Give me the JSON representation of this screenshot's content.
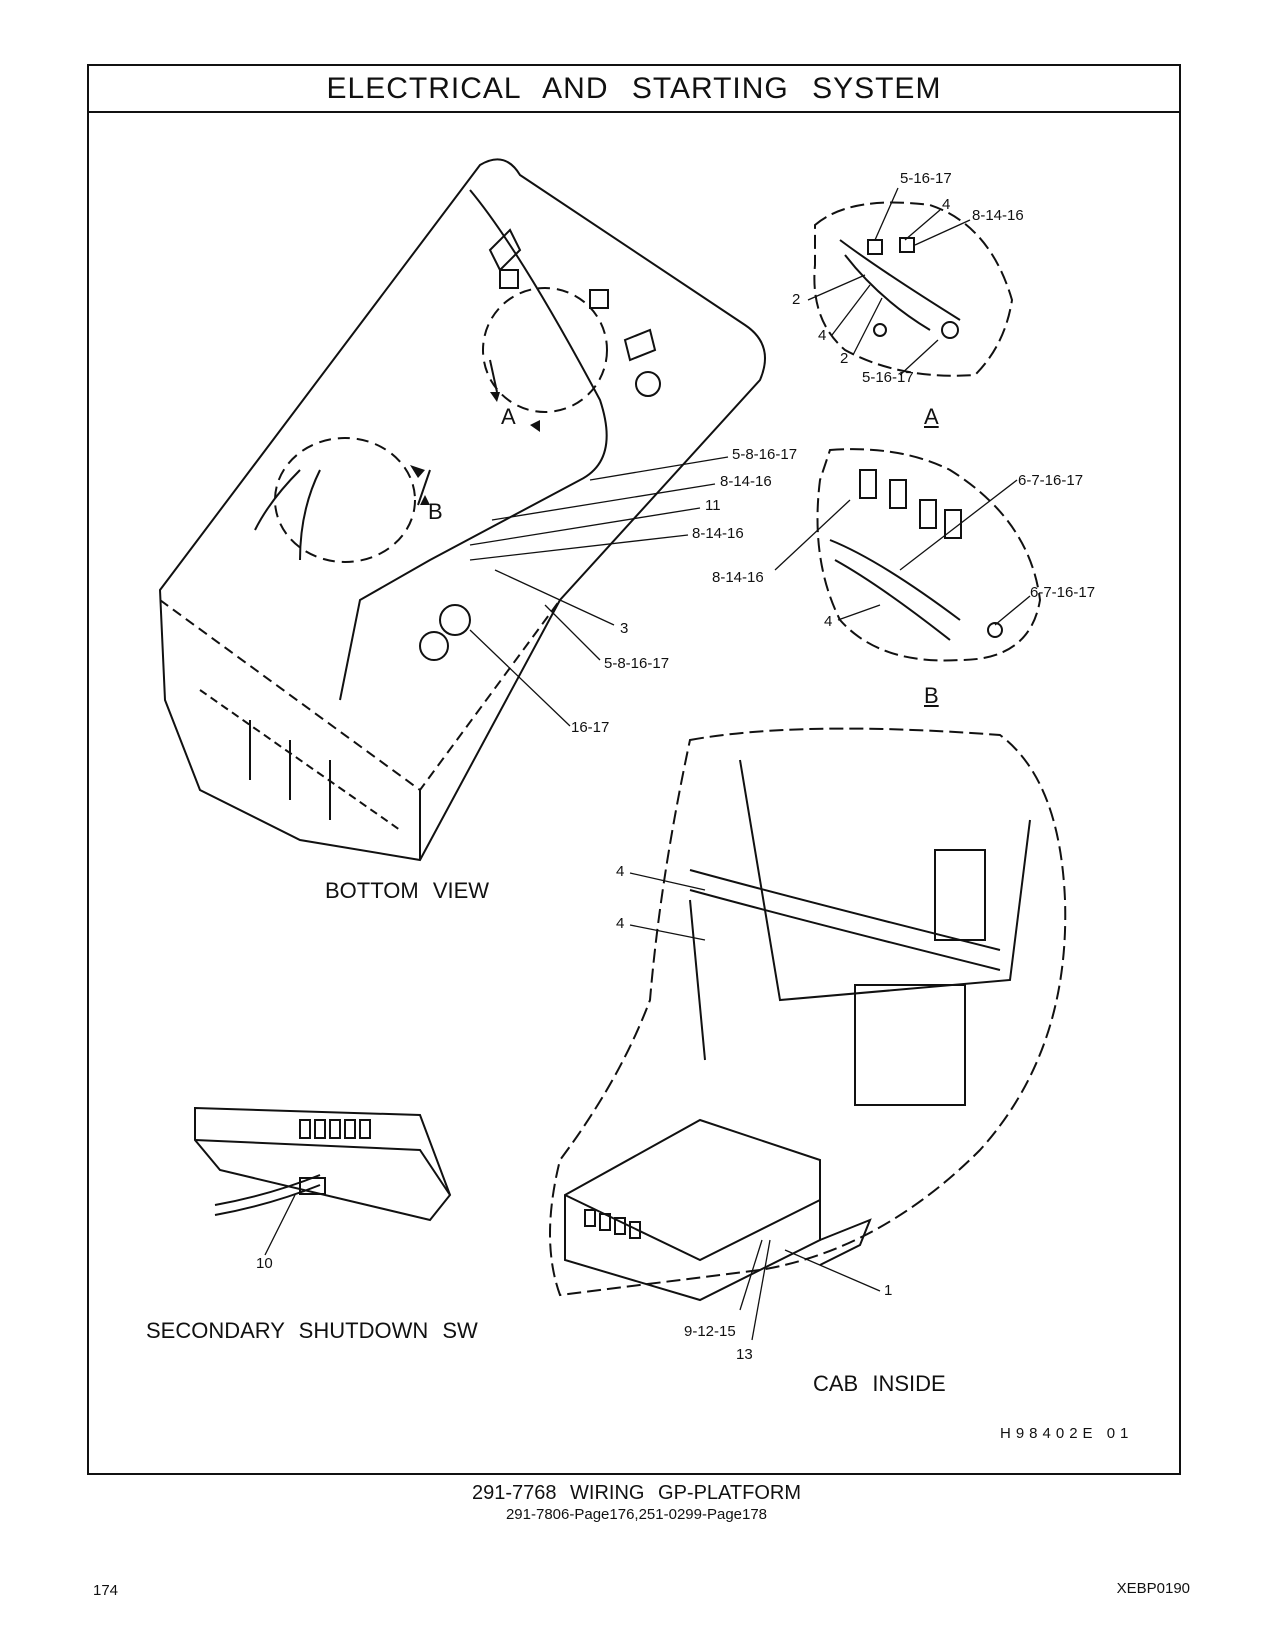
{
  "title": "ELECTRICAL AND STARTING SYSTEM",
  "views": {
    "bottom": "BOTTOM VIEW",
    "secondary": "SECONDARY SHUTDOWN SW",
    "cab": "CAB INSIDE",
    "detail_a": "A",
    "detail_b": "B",
    "marker_a": "A",
    "marker_b": "B"
  },
  "callouts": {
    "bottom": [
      "5-8-16-17",
      "8-14-16",
      "11",
      "8-14-16",
      "3",
      "5-8-16-17",
      "16-17"
    ],
    "detail_a": [
      "5-16-17",
      "4",
      "8-14-16",
      "2",
      "4",
      "2",
      "5-16-17"
    ],
    "detail_b": [
      "6-7-16-17",
      "8-14-16",
      "6-7-16-17",
      "4"
    ],
    "cab": [
      "4",
      "4",
      "1",
      "9-12-15",
      "13"
    ],
    "secondary": [
      "10"
    ]
  },
  "drawing_number": "H98402E 01",
  "footer": {
    "main": "291-7768 WIRING GP-PLATFORM",
    "sub": "291-7806-Page176,251-0299-Page178"
  },
  "page_number": "174",
  "document_number": "XEBP0190"
}
